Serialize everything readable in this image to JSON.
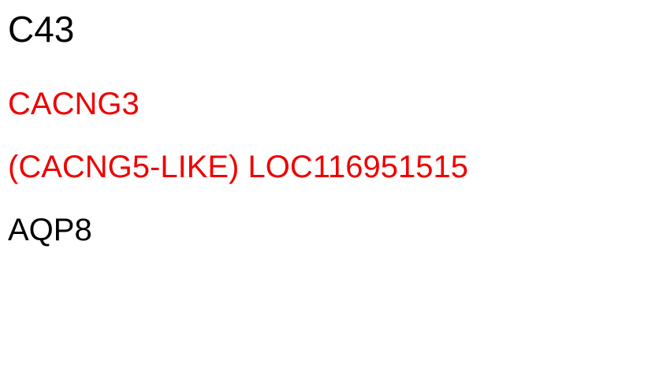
{
  "title": "C43",
  "lines": [
    {
      "text": "CACNG3",
      "color": "#ee0000"
    },
    {
      "text": "(CACNG5-LIKE) LOC116951515",
      "color": "#ee0000"
    },
    {
      "text": "AQP8",
      "color": "#000000"
    }
  ]
}
